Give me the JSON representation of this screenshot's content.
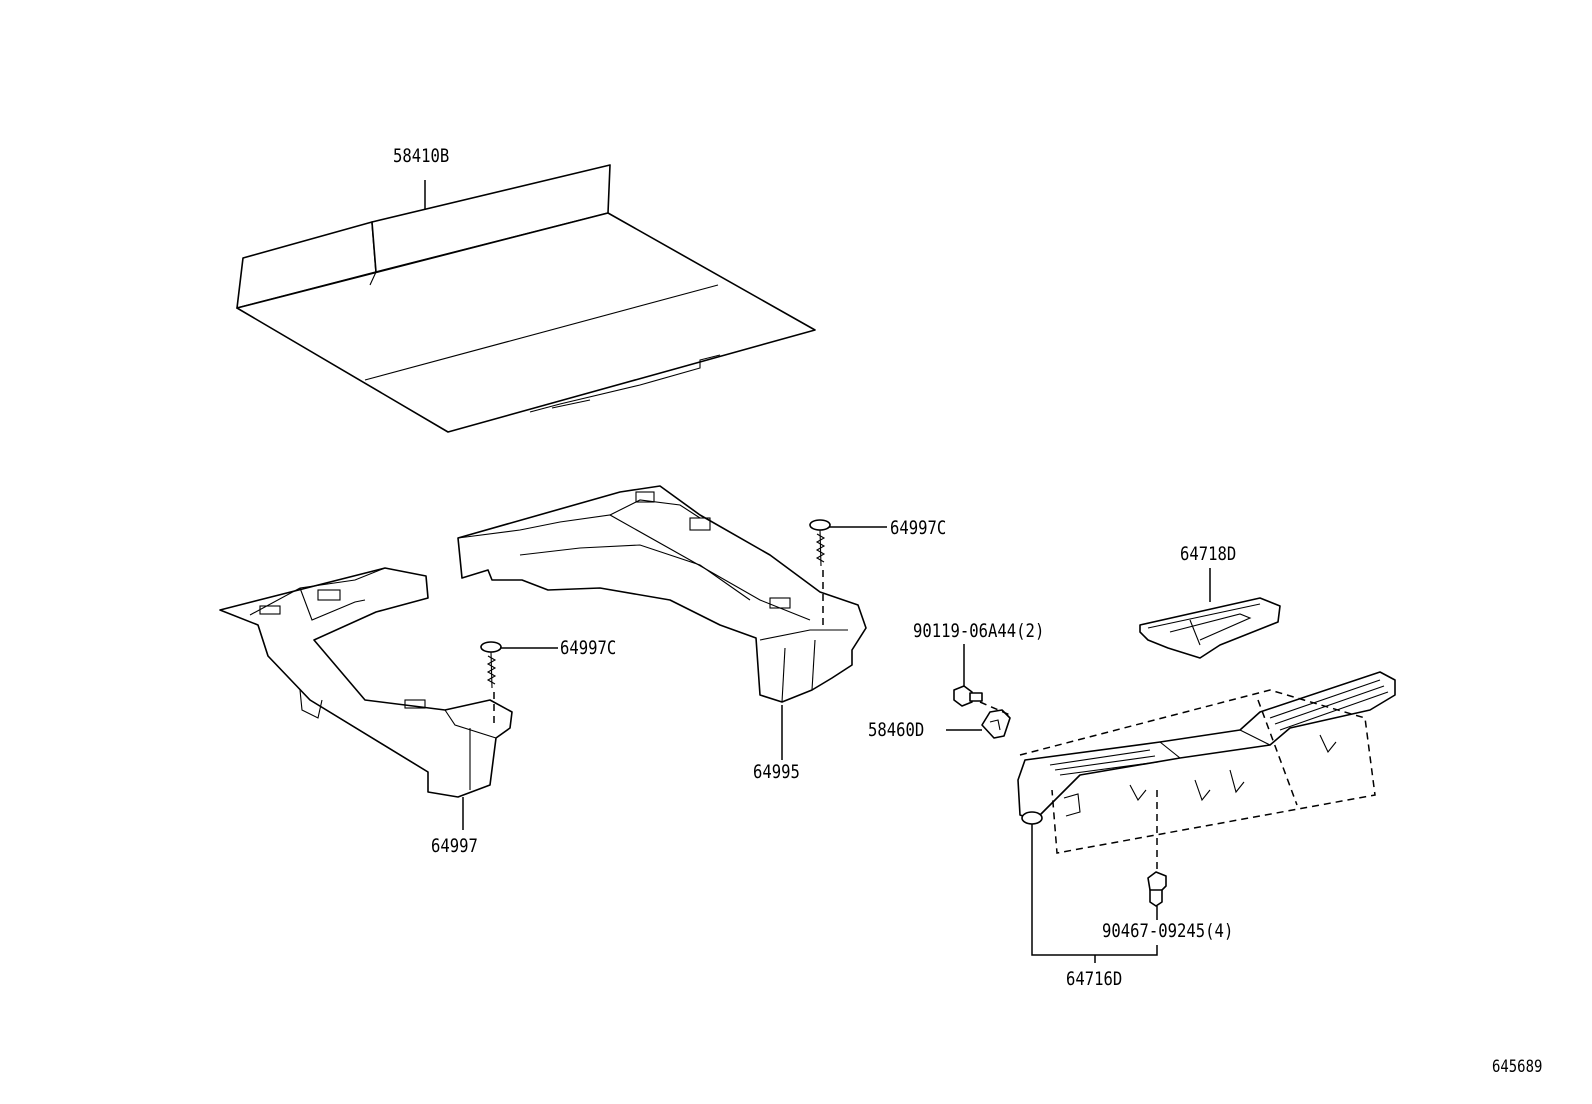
{
  "parts": {
    "p58410B": "58410B",
    "p64997C_a": "64997C",
    "p64997C_b": "64997C",
    "p64718D": "64718D",
    "p90119": "90119-06A44(2)",
    "p58460D": "58460D",
    "p64995": "64995",
    "p64997": "64997",
    "p90467": "90467-09245(4)",
    "p64716D": "64716D"
  },
  "illustration_id": "645689",
  "colors": {
    "line": "#000000",
    "background": "#ffffff"
  }
}
